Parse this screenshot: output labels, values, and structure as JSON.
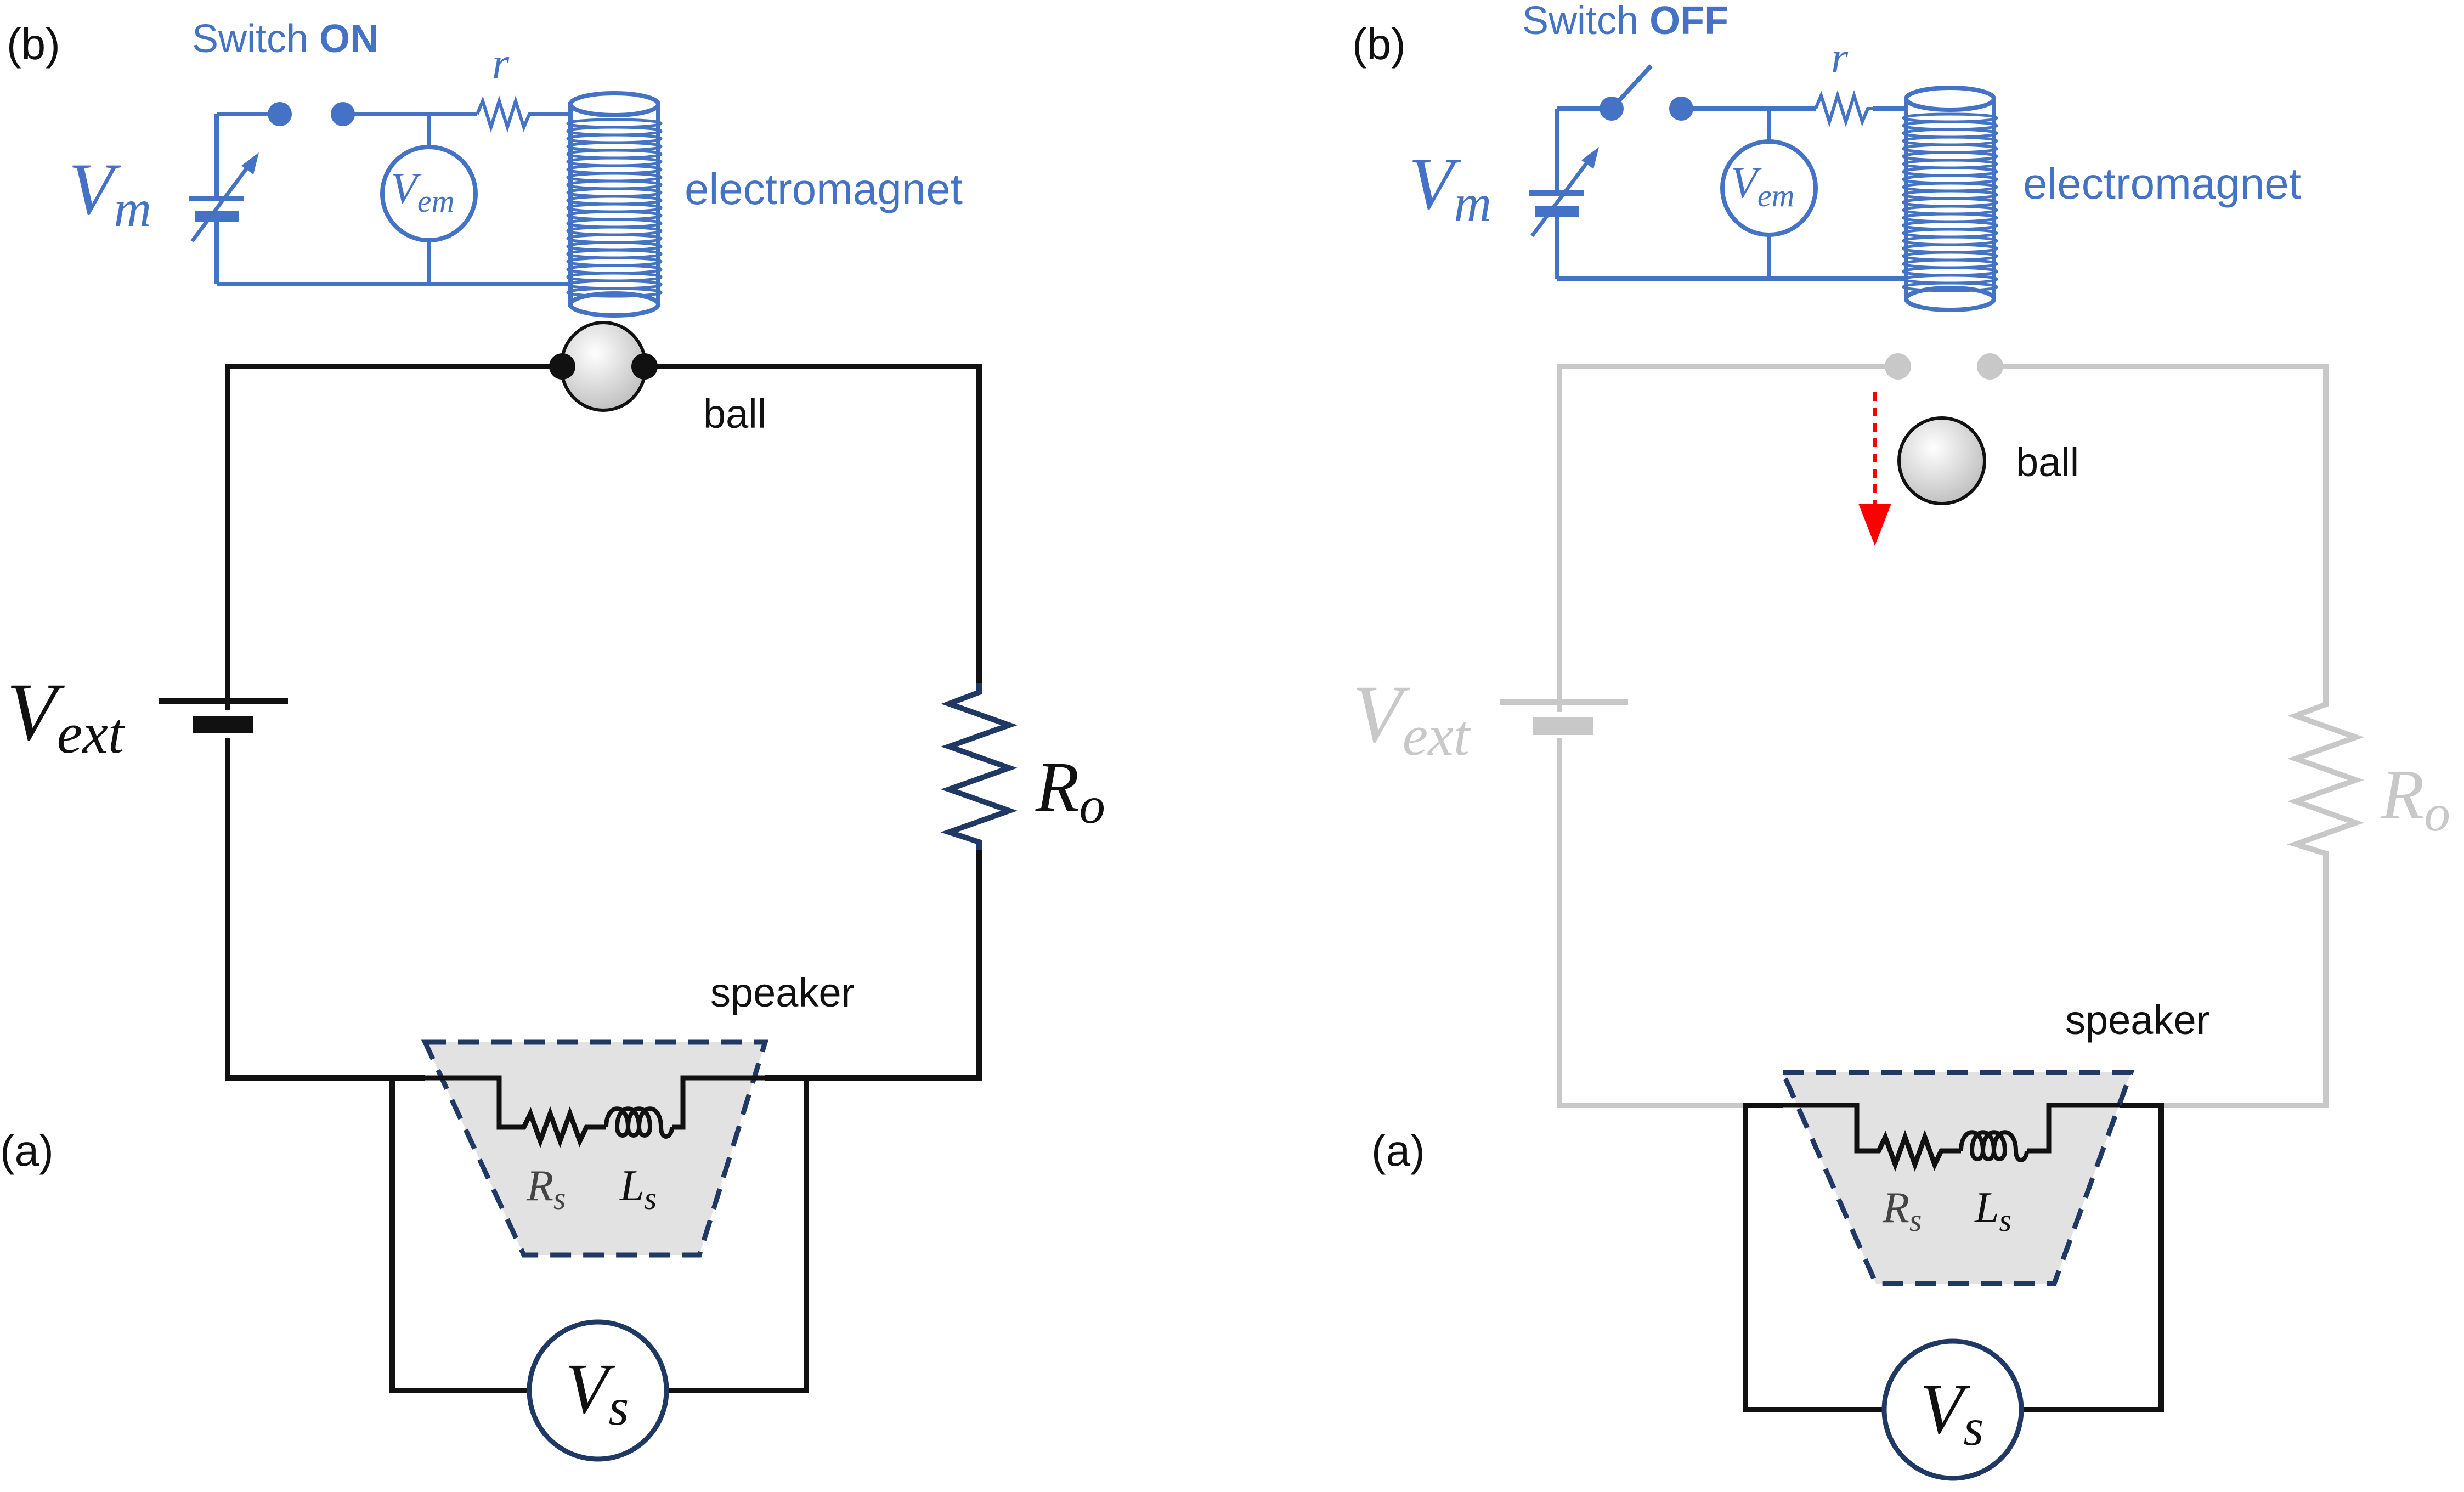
{
  "colors": {
    "blue": "#4472C4",
    "black": "#111111",
    "navy": "#1F3864",
    "gray": "#C8C8C8",
    "ball_fill": "#DDDDDD",
    "speaker_fill": "#E2E2E2",
    "arrow": "#FF0000"
  },
  "left_panel": {
    "label_b": "(b)",
    "label_a": "(a)",
    "switch_prefix": "Switch ",
    "switch_state": "ON",
    "vm": "V",
    "vm_sub": "m",
    "vem": "V",
    "vem_sub": "em",
    "r": "r",
    "electromagnet": "electromagnet",
    "ball": "ball",
    "vext": "V",
    "vext_sub": "ext",
    "ro": "R",
    "ro_sub": "o",
    "speaker": "speaker",
    "rs": "R",
    "rs_sub": "s",
    "ls": "L",
    "ls_sub": "s",
    "vs": "V",
    "vs_sub": "s"
  },
  "right_panel": {
    "label_b": "(b)",
    "label_a": "(a)",
    "switch_prefix": "Switch ",
    "switch_state": "OFF",
    "vm": "V",
    "vm_sub": "m",
    "vem": "V",
    "vem_sub": "em",
    "r": "r",
    "electromagnet": "electromagnet",
    "ball": "ball",
    "vext": "V",
    "vext_sub": "ext",
    "ro": "R",
    "ro_sub": "o",
    "speaker": "speaker",
    "rs": "R",
    "rs_sub": "s",
    "ls": "L",
    "ls_sub": "s",
    "vs": "V",
    "vs_sub": "s"
  }
}
